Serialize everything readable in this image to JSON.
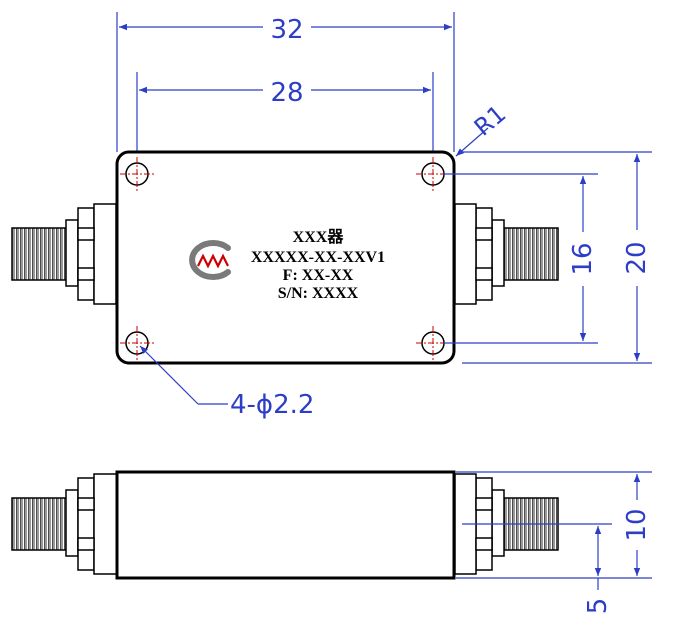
{
  "dimensions": {
    "outer_width": "32",
    "hole_spacing_x": "28",
    "corner_radius": "R1",
    "hole_spacing_y": "16",
    "outer_height": "20",
    "holes": "4-ϕ2.2",
    "side_height": "10",
    "side_center": "5"
  },
  "label": {
    "line1": "XXX器",
    "line2": "XXXXX-XX-XXV1",
    "line3": "F: XX-XX",
    "line4": "S/N: XXXX"
  },
  "colors": {
    "dimension": "#2c3ec7",
    "outline": "#000000",
    "center_mark": "#cc0000",
    "logo": "#cc0000"
  }
}
